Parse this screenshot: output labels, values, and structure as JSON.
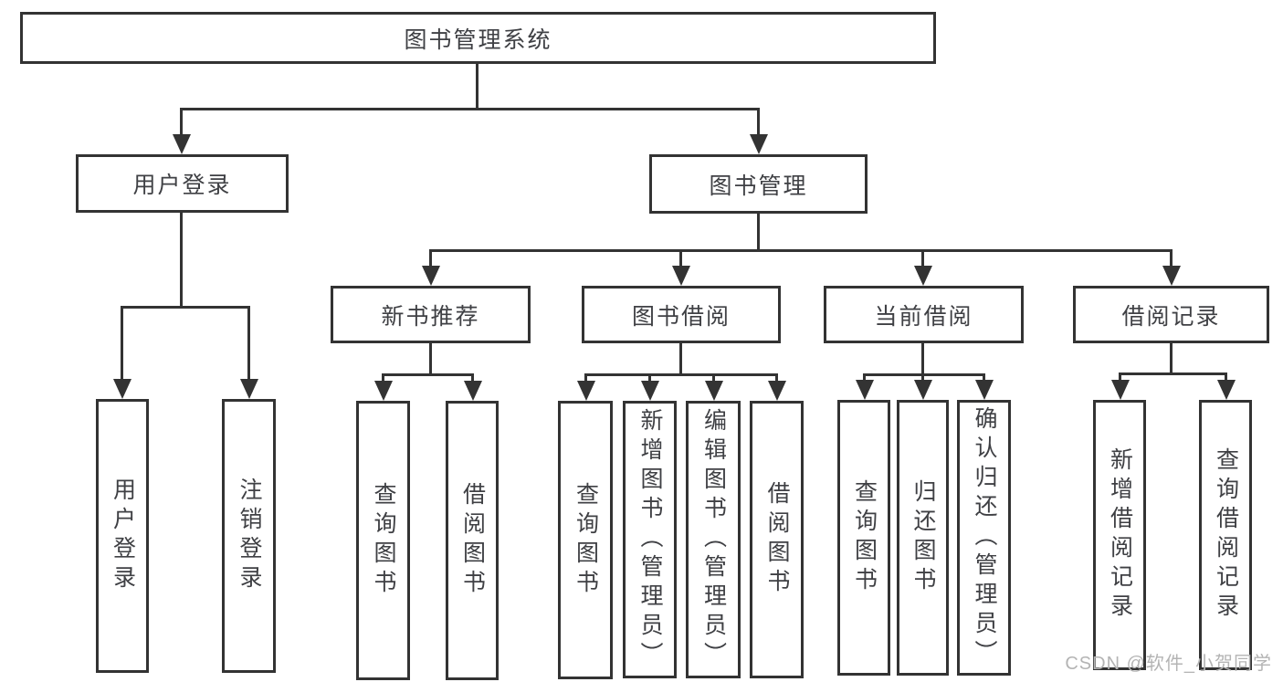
{
  "diagram_type": "hierarchy-chart",
  "colors": {
    "line": "#333333",
    "text": "#3f4044",
    "background": "#ffffff",
    "watermark": "#b4b4b4"
  },
  "watermark": "CSDN @软件_小贺同学",
  "tree": {
    "label": "图书管理系统",
    "children": [
      {
        "label": "用户登录",
        "children": [
          {
            "label": "用户登录"
          },
          {
            "label": "注销登录"
          }
        ]
      },
      {
        "label": "图书管理",
        "children": [
          {
            "label": "新书推荐",
            "children": [
              {
                "label": "查询图书"
              },
              {
                "label": "借阅图书"
              }
            ]
          },
          {
            "label": "图书借阅",
            "children": [
              {
                "label": "查询图书"
              },
              {
                "label": "新增图书（管理员）"
              },
              {
                "label": "编辑图书（管理员）"
              },
              {
                "label": "借阅图书"
              }
            ]
          },
          {
            "label": "当前借阅",
            "children": [
              {
                "label": "查询图书"
              },
              {
                "label": "归还图书"
              },
              {
                "label": "确认归还（管理员）"
              }
            ]
          },
          {
            "label": "借阅记录",
            "children": [
              {
                "label": "新增借阅记录"
              },
              {
                "label": "查询借阅记录"
              }
            ]
          }
        ]
      }
    ]
  }
}
